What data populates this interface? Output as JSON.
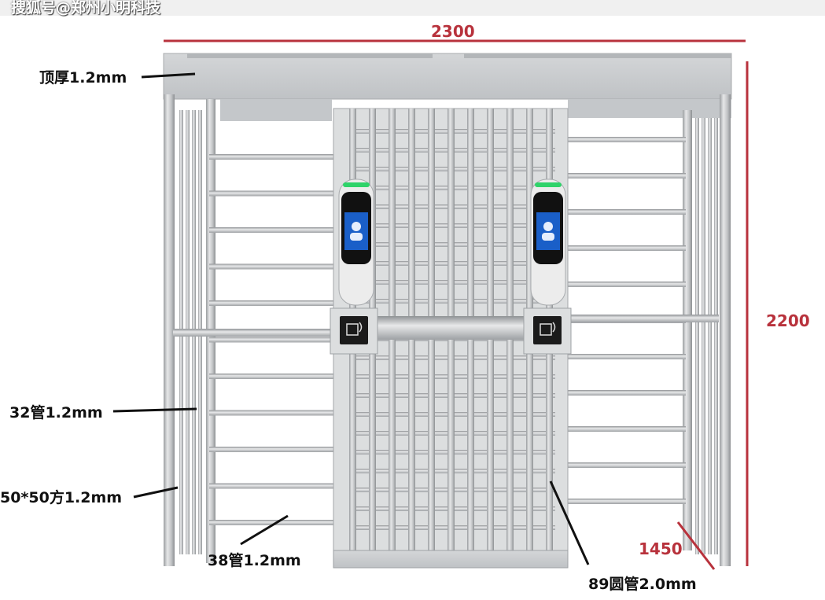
{
  "watermark": "搜狐号@郑州小明科技",
  "dimensions": {
    "width": "2300",
    "height": "2200",
    "depth": "1450"
  },
  "labels": {
    "top": "顶厚1.2mm",
    "pipe32": "32管1.2mm",
    "square": "50*50方1.2mm",
    "pipe38": "38管1.2mm",
    "round89": "89圆管2.0mm"
  },
  "colors": {
    "dimension": "#b8323c",
    "frame": "#c9cbcd",
    "frame_dark": "#9ea1a4",
    "indicator": "#2fd36a",
    "screen": "#1a5fc8"
  },
  "icons": [
    "face-recognition-icon",
    "card-reader-icon"
  ]
}
